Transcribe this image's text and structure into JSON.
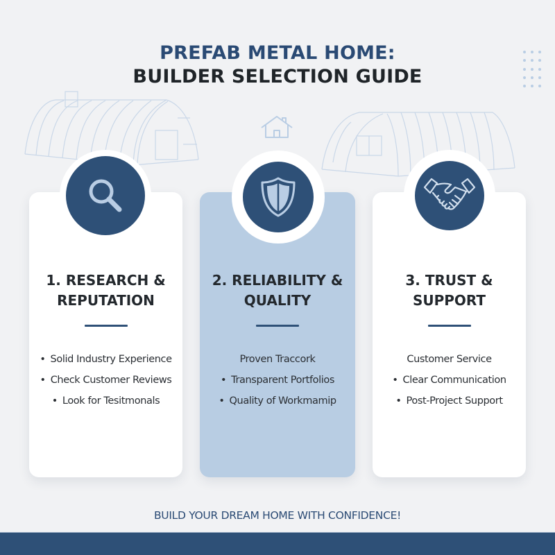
{
  "header": {
    "title_line1": "PREFAB METAL HOME:",
    "title_line2": "BUILDER SELECTION GUIDE"
  },
  "decor": {
    "background_icons": [
      "quonset-hut-left",
      "house-outline",
      "quonset-hut-right",
      "dot-grid"
    ]
  },
  "colors": {
    "accent": "#2e5077",
    "title_blue": "#2a4a74",
    "highlight_card": "#b8cde3",
    "background": "#f1f2f4"
  },
  "cards": [
    {
      "icon": "magnifying-glass-icon",
      "title_line1": "1. RESEARCH &",
      "title_line2": "REPUTATION",
      "items": [
        {
          "bullet": "•",
          "text": "Solid Industry Experience"
        },
        {
          "bullet": "•",
          "text": "Check Customer Reviews"
        },
        {
          "bullet": "•",
          "text": "Look for Tesitmonals"
        }
      ]
    },
    {
      "icon": "shield-icon",
      "title_line1": "2. RELIABILITY &",
      "title_line2": "QUALITY",
      "items": [
        {
          "bullet": "",
          "text": "Proven Traccork"
        },
        {
          "bullet": "•",
          "text": "Transparent Portfolios"
        },
        {
          "bullet": "•",
          "text": "Quality of Workmamip"
        }
      ]
    },
    {
      "icon": "handshake-icon",
      "title_line1": "3. TRUST &",
      "title_line2": "SUPPORT",
      "items": [
        {
          "bullet": "",
          "text": "Customer Service"
        },
        {
          "bullet": "•",
          "text": "Clear Communication"
        },
        {
          "bullet": "•",
          "text": "Post-Project Support"
        }
      ]
    }
  ],
  "footer": {
    "tagline": "BUILD YOUR DREAM HOME WITH CONFIDENCE!"
  }
}
